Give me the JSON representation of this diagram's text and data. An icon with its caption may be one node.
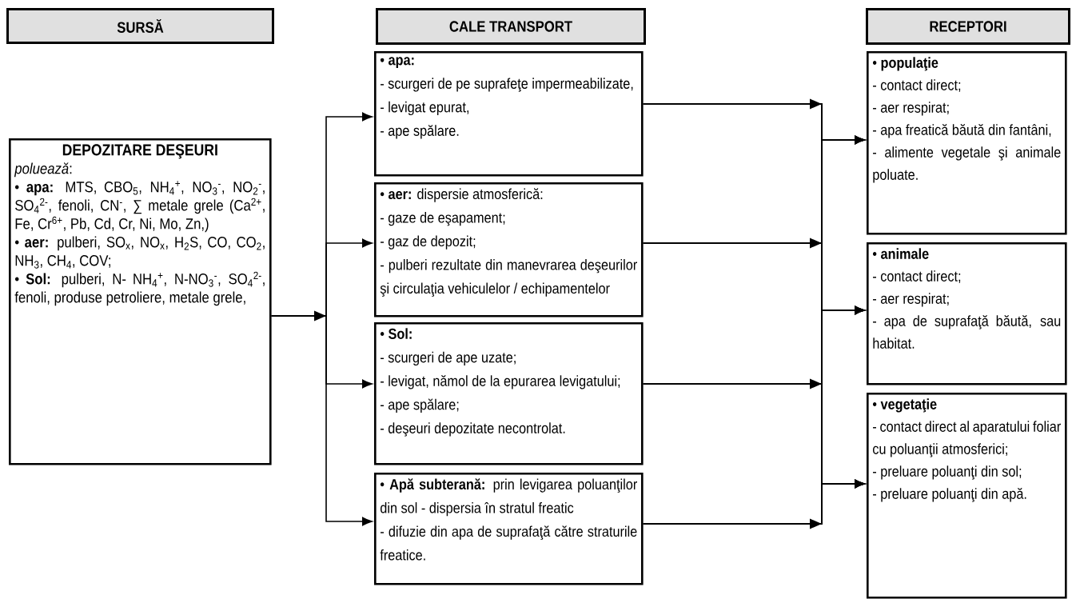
{
  "diagram": {
    "nodes": [
      {
        "text": [
          "SURSĂ"
        ]
      },
      {
        "text": [
          "CALE TRANSPORT"
        ]
      },
      {
        "text": [
          "RECEPTORI"
        ]
      },
      {
        "text": [
          "DEPOZITARE DEŞEURI",
          "*poluează*:",
          "• **apa:** MTS, CBO$_{5}$, NH$_{4}$$^{+}$, NO$_{3}$$^{-}$, NO$_{2}$$^{-}$, SO$_{4}$$^{2-}$, fenoli, CN$^{-}$, ∑ metale grele (Ca$^{2+}$, Fe, Cr$^{6+}$, Pb, Cd, Cr, Ni, Mo, Zn,)",
          "• **aer:** pulberi, SO$_{x}$, NO$_{x}$, H$_{2}$S, CO, CO$_{2}$, NH$_{3}$, CH$_{4}$, COV;",
          "• **Sol:** pulberi, N- NH$_{4}$$^{+}$, N-NO$_{3}$$^{-}$, SO$_{4}$$^{2-}$, fenoli, produse petroliere, metale grele,"
        ]
      },
      {
        "text": [
          "• **apa:**",
          "- scurgeri de pe suprafeţe impermeabilizate,",
          "- levigat epurat,",
          "- ape spălare."
        ]
      },
      {
        "text": [
          "• **aer:** dispersie atmosferică:",
          "- gaze de eşapament;",
          "- gaz de depozit;",
          "- pulberi rezultate din manevrarea deşeurilor şi circulaţia vehiculelor / echipamentelor"
        ]
      },
      {
        "text": [
          "• **Sol:**",
          "- scurgeri de ape uzate;",
          "- levigat, nămol de la epurarea levigatului;",
          "- ape spălare;",
          "- deşeuri depozitate necontrolat."
        ]
      },
      {
        "text": [
          "• **Apă subterană:** prin levigarea poluanţilor din sol - dispersia în stratul freatic",
          "- difuzie din apa de suprafaţă către straturile freatice."
        ]
      },
      {
        "text": [
          "• **populaţie**",
          "- contact direct;",
          "- aer respirat;",
          "- apa freatică băută din fantâni,",
          "- alimente vegetale şi animale poluate."
        ]
      },
      {
        "text": [
          "• **animale**",
          "- contact direct;",
          "- aer respirat;",
          "- apa de suprafaţă băută, sau habitat."
        ]
      },
      {
        "text": [
          "• **vegetaţie**",
          "- contact direct al aparatului foliar cu poluanţii atmosferici;",
          "- preluare poluanţi din sol;",
          "- preluare poluanţi din apă."
        ]
      }
    ],
    "edges": [
      {
        "from": 3,
        "to": 4,
        "arrow": "to"
      },
      {
        "from": 3,
        "to": 5,
        "arrow": "to"
      },
      {
        "from": 3,
        "to": 6,
        "arrow": "to"
      },
      {
        "from": 3,
        "to": 7,
        "arrow": "to"
      },
      {
        "from": 4,
        "to": 8,
        "arrow": "to"
      },
      {
        "from": 4,
        "to": 9,
        "arrow": "to"
      },
      {
        "from": 4,
        "to": 10,
        "arrow": "to"
      },
      {
        "from": 5,
        "to": 8,
        "arrow": "to"
      },
      {
        "from": 5,
        "to": 9,
        "arrow": "to"
      },
      {
        "from": 5,
        "to": 10,
        "arrow": "to"
      },
      {
        "from": 6,
        "to": 8,
        "arrow": "to"
      },
      {
        "from": 6,
        "to": 9,
        "arrow": "to"
      },
      {
        "from": 6,
        "to": 10,
        "arrow": "to"
      },
      {
        "from": 7,
        "to": 8,
        "arrow": "to"
      },
      {
        "from": 7,
        "to": 9,
        "arrow": "to"
      },
      {
        "from": 7,
        "to": 10,
        "arrow": "to"
      }
    ]
  }
}
